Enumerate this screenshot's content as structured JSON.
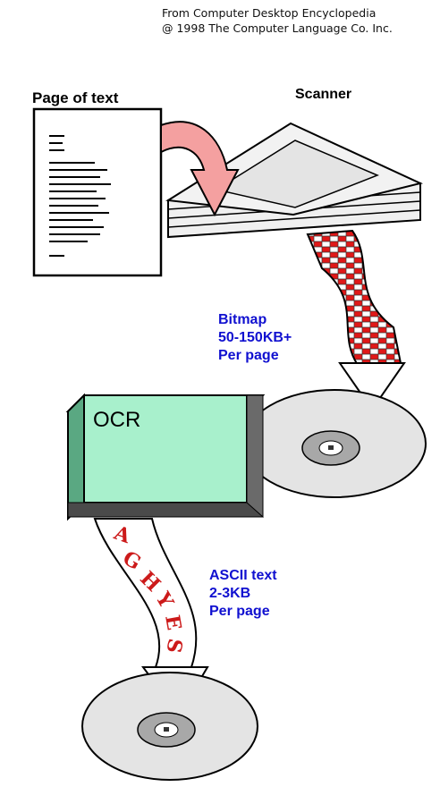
{
  "credit": {
    "line1": "From Computer Desktop Encyclopedia",
    "line2": "@ 1998 The Computer Language Co. Inc."
  },
  "labels": {
    "page_of_text": "Page of text",
    "scanner": "Scanner",
    "bitmap_line1": "Bitmap",
    "bitmap_line2": "50-150KB+",
    "bitmap_line3": "Per page",
    "ocr": "OCR",
    "ascii_line1": "ASCII text",
    "ascii_line2": "2-3KB",
    "ascii_line3": "Per page",
    "ribbon_letters": [
      "A",
      "G",
      "H",
      "Y",
      "E",
      "S"
    ]
  },
  "colors": {
    "label_blue": "#1010d0",
    "ocr_box": "#a8f0cc",
    "curved_arrow": "#f4a0a0",
    "bitmap_red": "#e01818",
    "ribbon_text": "#cc1a1a",
    "disk": "#e4e4e4"
  }
}
